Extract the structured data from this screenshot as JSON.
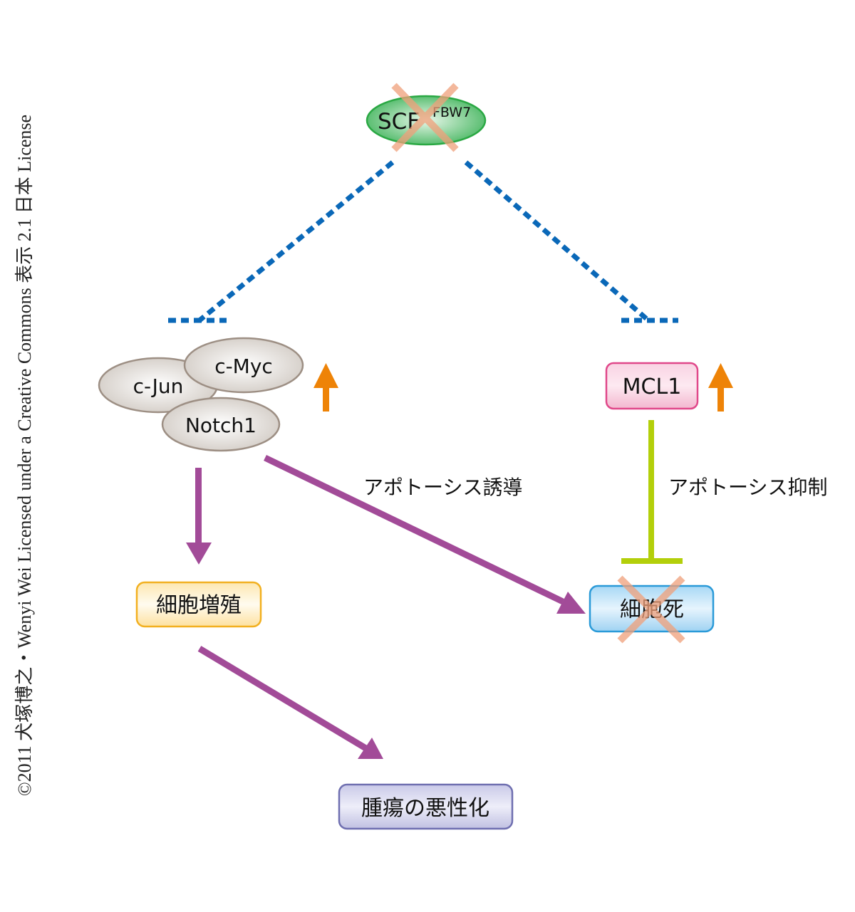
{
  "credit": "©2011 犬塚博之・Wenyi Wei Licensed under a Creative Commons 表示 2.1 日本 License",
  "nodes": {
    "scf": {
      "label": "SCF",
      "superscript": "FBW7",
      "state": "inactivated",
      "color": "#3fb35a"
    },
    "cjun": {
      "label": "c-Jun"
    },
    "cmyc": {
      "label": "c-Myc"
    },
    "notch1": {
      "label": "Notch1"
    },
    "mcl1": {
      "label": "MCL1",
      "color": "#e0488a"
    },
    "proliferation": {
      "label": "細胞増殖",
      "color": "#f2b020"
    },
    "cell_death": {
      "label": "細胞死",
      "state": "blocked",
      "color": "#2a9ad8"
    },
    "malignancy": {
      "label": "腫瘍の悪性化",
      "color": "#6f6fb0"
    }
  },
  "edges": {
    "apoptosis_induction": {
      "label": "アポトーシス誘導"
    },
    "apoptosis_inhibition": {
      "label": "アポトーシス抑制"
    },
    "upregulated_left": {
      "meaning": "increased"
    },
    "upregulated_right": {
      "meaning": "increased"
    }
  },
  "colors": {
    "inhibition_dotted": "#0a68b8",
    "activation_arrow": "#a24b98",
    "increase_arrow": "#ee8307",
    "block_line": "#b3cf0a",
    "cross_mark": "#f0a07a"
  }
}
